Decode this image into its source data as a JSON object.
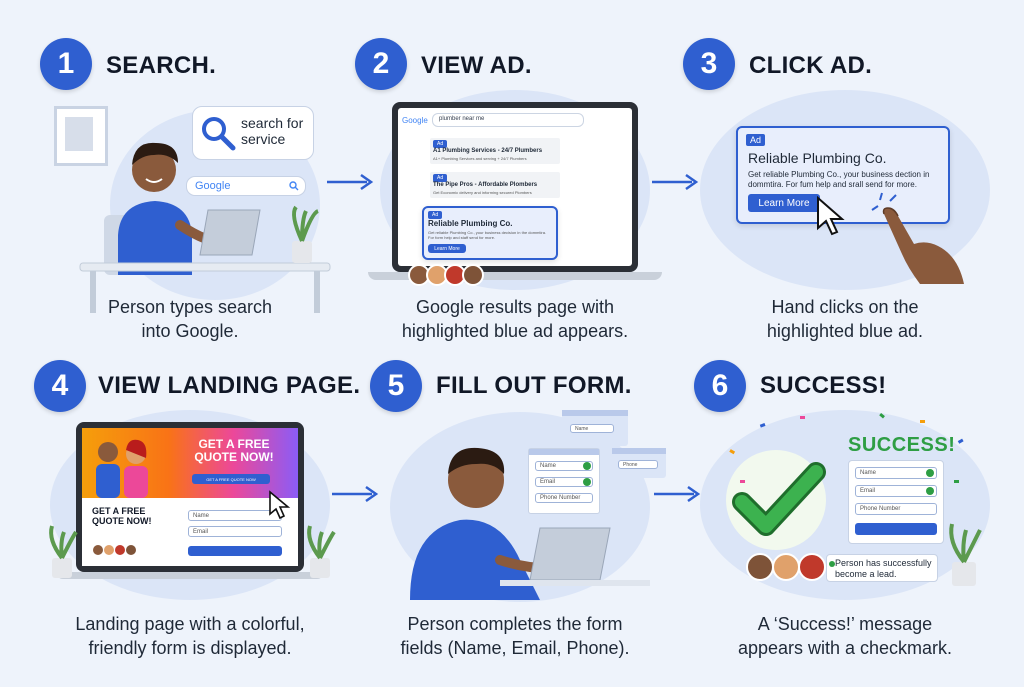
{
  "steps": [
    {
      "number": "1",
      "title": "SEARCH.",
      "caption_l1": "Person types search",
      "caption_l2": "into Google.",
      "bubble_l1": "search for",
      "bubble_l2": "service",
      "search_logo": "Google"
    },
    {
      "number": "2",
      "title": "VIEW AD.",
      "caption_l1": "Google results page with",
      "caption_l2": "highlighted blue ad appears.",
      "query": "plumber near me",
      "logo": "Google",
      "results": [
        {
          "tag": "Ad",
          "title": "A1 Plumbing Services - 24/7 Plumbers",
          "desc": "A1+ Plumbing Services and serving + 24/7 Plumbers"
        },
        {
          "tag": "Ad",
          "title": "The Pipe Pros - Affordable Plombers",
          "desc": "Get Economic delivery and informing secured Plombers"
        }
      ],
      "featured": {
        "tag": "Ad",
        "title": "Reliable Plumbing Co.",
        "desc": "Get reliable Plumbing Co., your business decision in the dommtira. For form help and staff send for more.",
        "button": "Learn More"
      }
    },
    {
      "number": "3",
      "title": "CLICK AD.",
      "caption_l1": "Hand clicks on the",
      "caption_l2": "highlighted blue ad.",
      "ad": {
        "tag": "Ad",
        "title": "Reliable Plumbing Co.",
        "desc_l1": "Get reliable Plumbing Co., your business dection in",
        "desc_l2": "dommtira. For fum help and srall send for more.",
        "button": "Learn More"
      }
    },
    {
      "number": "4",
      "title": "VIEW LANDING PAGE.",
      "caption_l1": "Landing page with a colorful,",
      "caption_l2": "friendly form is displayed.",
      "hero_l1": "GET A FREE",
      "hero_l2": "QUOTE NOW!",
      "hero_button": "GET A FREE QUOTE NOW",
      "form_title_l1": "GET A FREE",
      "form_title_l2": "QUOTE NOW!",
      "field_name": "Name",
      "field_email": "Email"
    },
    {
      "number": "5",
      "title": "FILL OUT FORM.",
      "caption_l1": "Person completes the form",
      "caption_l2": "fields (Name, Email, Phone).",
      "field_name": "Name",
      "field_email": "Email",
      "field_phone": "Phone Number",
      "float_1": "Name",
      "float_2": "Phone"
    },
    {
      "number": "6",
      "title": "SUCCESS!",
      "caption_l1": "A ‘Success!’ message",
      "caption_l2": "appears with a checkmark.",
      "headline": "SUCCESS!",
      "field_name": "Name",
      "field_email": "Email",
      "field_phone": "Phone Number",
      "lead_l1": "Person has successfully",
      "lead_l2": "become a lead."
    }
  ],
  "colors": {
    "primary": "#2f5fd0",
    "success": "#2e9e44",
    "bg": "#eef3fb"
  }
}
